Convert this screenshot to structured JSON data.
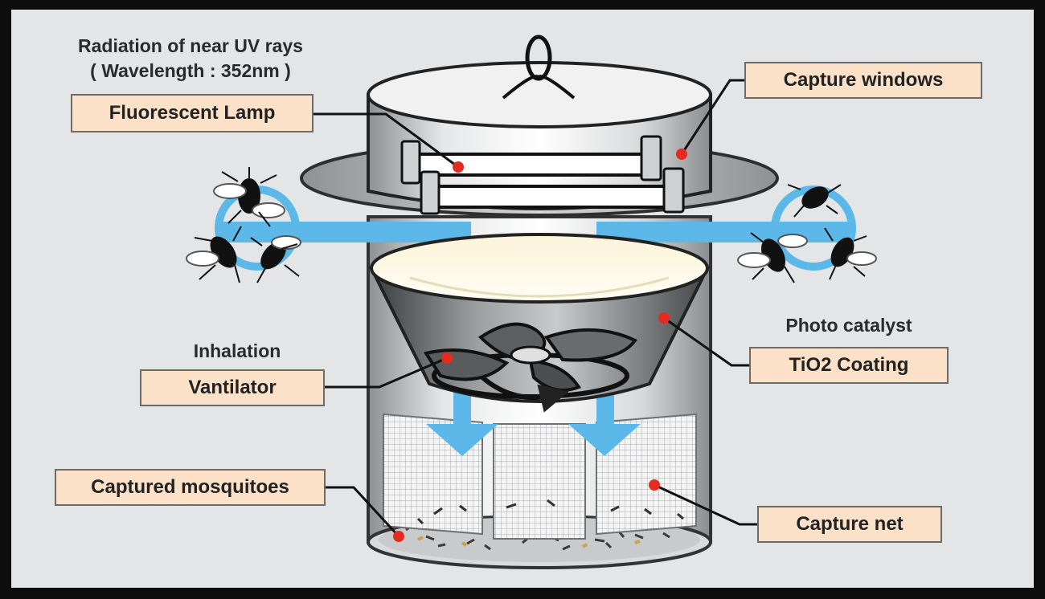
{
  "uv": {
    "line1": "Radiation of near UV rays",
    "line2": "( Wavelength : 352nm )"
  },
  "labels": {
    "fluorescent_lamp": "Fluorescent Lamp",
    "capture_windows": "Capture windows",
    "inhalation": "Inhalation",
    "vantilator": "Vantilator",
    "photo_catalyst": "Photo catalyst",
    "tio2_coating": "TiO2 Coating",
    "captured_mosquitoes": "Captured mosquitoes",
    "capture_net": "Capture net"
  },
  "colors": {
    "label_fill": "#fbe1c8",
    "label_border": "#6b6b6b",
    "airflow": "#5bb8e8",
    "marker": "#e52b1f",
    "background": "#e4e5e7"
  }
}
